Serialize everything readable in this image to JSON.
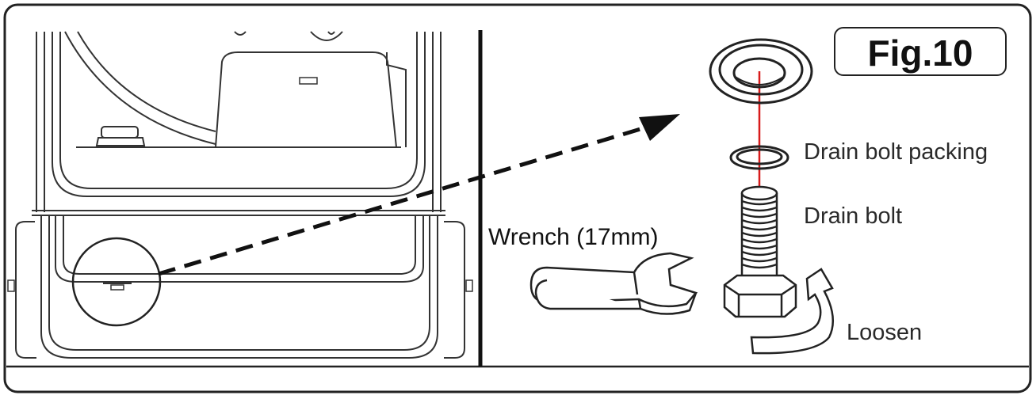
{
  "figure": {
    "fig_label": "Fig.10",
    "labels": {
      "drain_bolt_packing": "Drain bolt packing",
      "drain_bolt": "Drain bolt",
      "wrench": "Wrench (17mm)",
      "loosen": "Loosen"
    },
    "colors": {
      "line": "#222222",
      "bolt_axis": "#d81b1b",
      "background": "#ffffff"
    },
    "icons": [
      "heater-base-drawing",
      "drain-bolt-icon",
      "drain-bolt-packing-icon",
      "washer-icon",
      "wrench-icon",
      "loosen-arrow-icon",
      "pointer-arrow-icon"
    ]
  }
}
